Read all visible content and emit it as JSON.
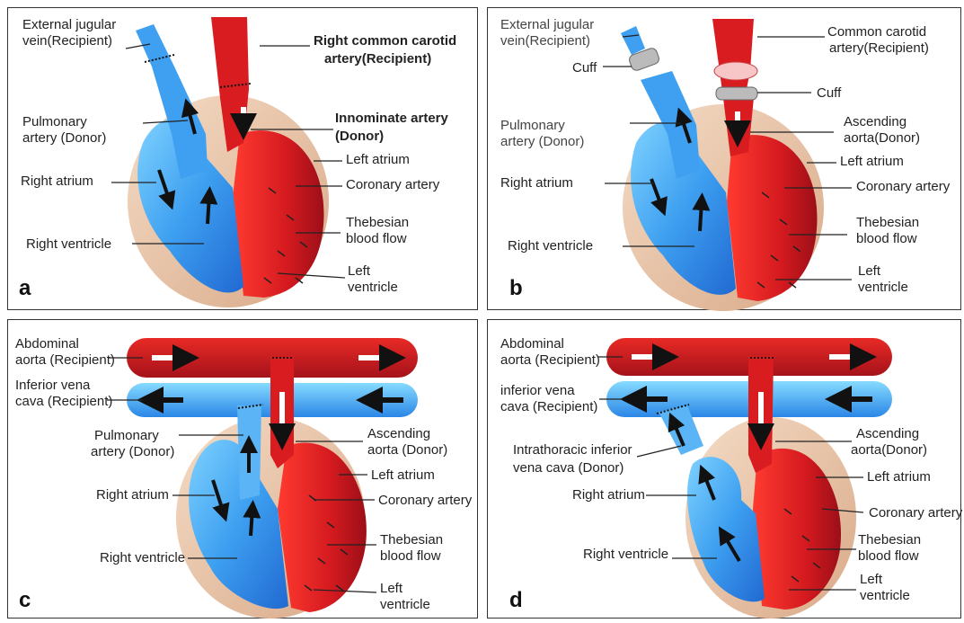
{
  "colors": {
    "artery": "#dc1f1f",
    "artery_dark": "#a8131b",
    "vein": "#3b9cf0",
    "vein_dark": "#1e6fd0",
    "vein_light": "#7fd0ff",
    "pericardium": "#e7c3a5",
    "black_arrow": "#111111",
    "white_arrow": "#ffffff"
  },
  "panels": {
    "a": {
      "letter": "a",
      "labels": {
        "ejv1": "External jugular",
        "ejv2": "vein(Recipient)",
        "rcca1": "Right common carotid",
        "rcca2": "artery(Recipient)",
        "pa1": "Pulmonary",
        "pa2": "artery (Donor)",
        "ia1": "Innominate artery",
        "ia2": "(Donor)",
        "la": "Left atrium",
        "ra": "Right atrium",
        "ca": "Coronary artery",
        "tb1": "Thebesian",
        "tb2": "blood flow",
        "rv": "Right ventricle",
        "lv1": "Left",
        "lv2": "ventricle"
      }
    },
    "b": {
      "letter": "b",
      "labels": {
        "ejv1": "External jugular",
        "ejv2": "vein(Recipient)",
        "cca1": "Common carotid",
        "cca2": "artery(Recipient)",
        "cuff_left": "Cuff",
        "cuff_right": "Cuff",
        "pa1": "Pulmonary",
        "pa2": "artery (Donor)",
        "aa1": "Ascending",
        "aa2": "aorta(Donor)",
        "la": "Left atrium",
        "ra": "Right atrium",
        "ca": "Coronary artery",
        "tb1": "Thebesian",
        "tb2": "blood flow",
        "rv": "Right ventricle",
        "lv1": "Left",
        "lv2": "ventricle"
      }
    },
    "c": {
      "letter": "c",
      "labels": {
        "ab1": "Abdominal",
        "ab2": "aorta (Recipient)",
        "ivc1": "Inferior vena",
        "ivc2": "cava (Recipient)",
        "pa1": "Pulmonary",
        "pa2": "artery (Donor)",
        "aa1": "Ascending",
        "aa2": "aorta (Donor)",
        "la": "Left atrium",
        "ra": "Right atrium",
        "ca": "Coronary artery",
        "tb1": "Thebesian",
        "tb2": "blood flow",
        "rv": "Right ventricle",
        "lv1": "Left",
        "lv2": "ventricle"
      }
    },
    "d": {
      "letter": "d",
      "labels": {
        "ab1": "Abdominal",
        "ab2": "aorta (Recipient)",
        "ivc1": "inferior vena",
        "ivc2": "cava (Recipient)",
        "tivc1": "Intrathoracic inferior",
        "tivc2": "vena cava (Donor)",
        "aa1": "Ascending",
        "aa2": "aorta(Donor)",
        "la": "Left atrium",
        "ra": "Right atrium",
        "ca": "Coronary artery",
        "tb1": "Thebesian",
        "tb2": "blood flow",
        "rv": "Right ventricle",
        "lv1": "Left",
        "lv2": "ventricle"
      }
    }
  }
}
